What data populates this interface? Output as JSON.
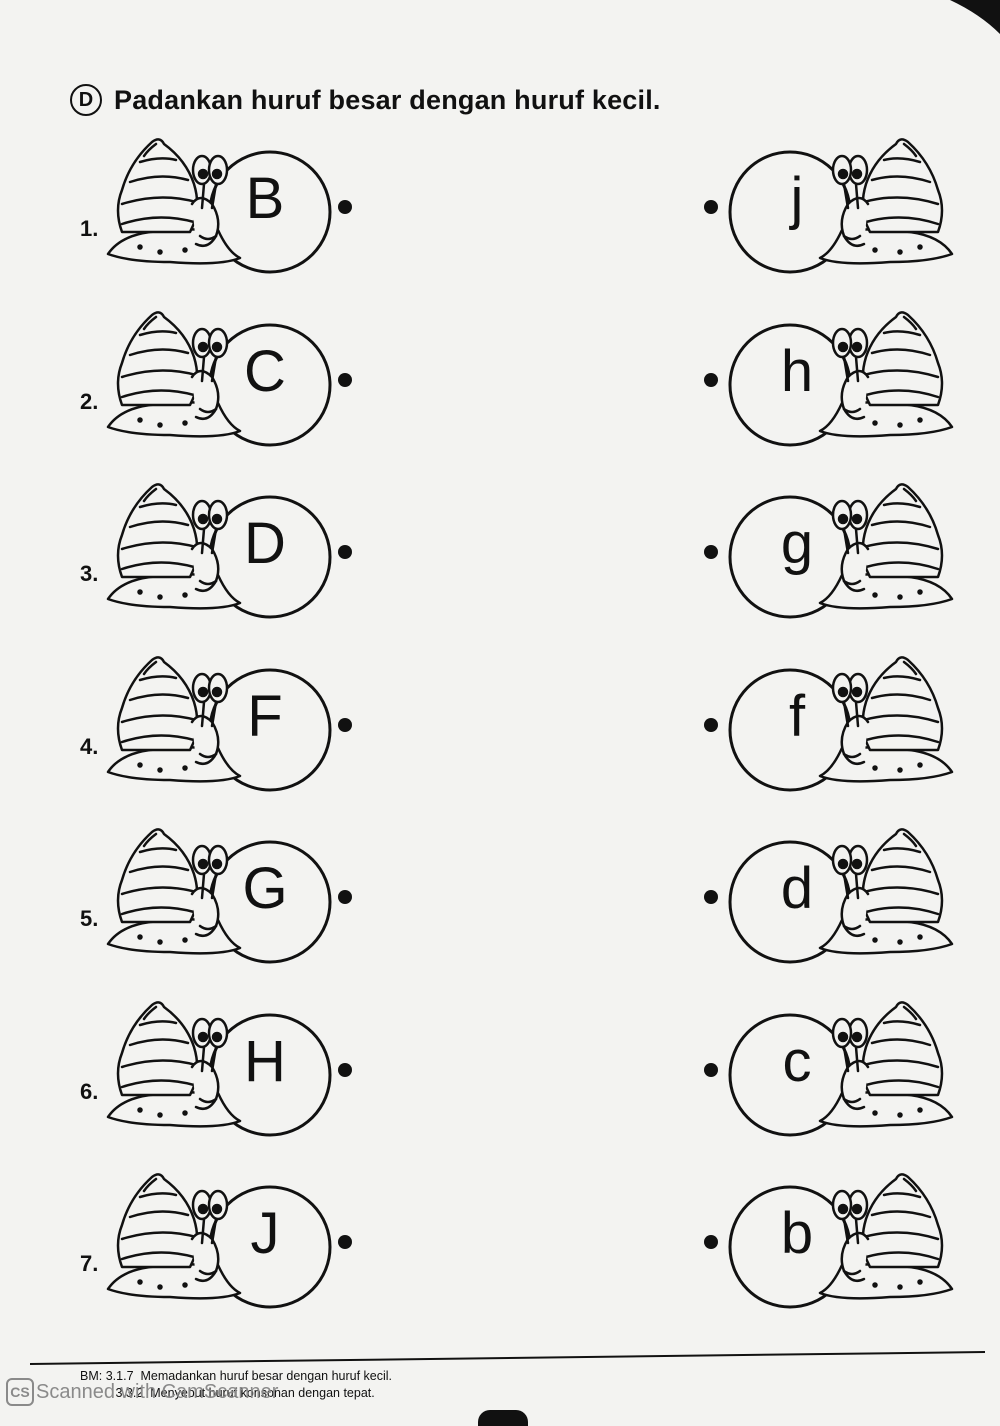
{
  "header": {
    "badge": "D",
    "instruction": "Padankan huruf besar dengan huruf kecil."
  },
  "rows": [
    {
      "number": "1.",
      "upper": "B",
      "lower": "j"
    },
    {
      "number": "2.",
      "upper": "C",
      "lower": "h"
    },
    {
      "number": "3.",
      "upper": "D",
      "lower": "g"
    },
    {
      "number": "4.",
      "upper": "F",
      "lower": "f"
    },
    {
      "number": "5.",
      "upper": "G",
      "lower": "d"
    },
    {
      "number": "6.",
      "upper": "H",
      "lower": "c"
    },
    {
      "number": "7.",
      "upper": "J",
      "lower": "b"
    }
  ],
  "footer": {
    "label": "BM:",
    "line1_code": "3.1.7",
    "line1_text": "Memadankan huruf besar dengan huruf kecil.",
    "line2_code": "3.3.2",
    "line2_text": "Menyebut huruf konsonan dengan tepat."
  },
  "watermark": {
    "logo": "CS",
    "text": "Scanned with CamScanner"
  },
  "icons": {
    "snail": "snail-icon",
    "bullet": "connect-dot-icon"
  },
  "colors": {
    "ink": "#111111",
    "paper": "#f3f3f1"
  }
}
